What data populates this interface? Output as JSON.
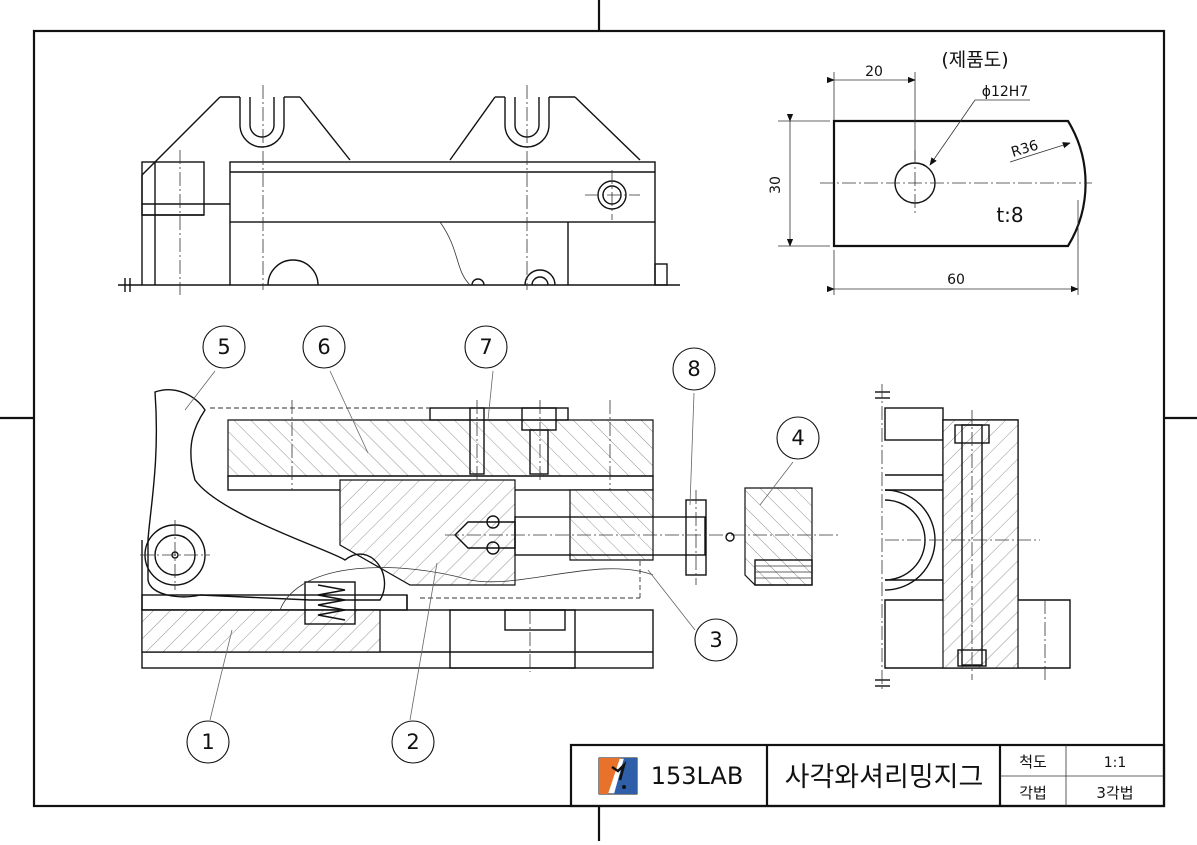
{
  "product_view": {
    "title": "(제품도)",
    "dim_20": "20",
    "dim_30": "30",
    "dim_60": "60",
    "hole_note": "ϕ12H7",
    "radius_note": "R36",
    "thickness_note": "t:8"
  },
  "balloons": [
    "1",
    "2",
    "3",
    "4",
    "5",
    "6",
    "7",
    "8"
  ],
  "title_block": {
    "company": "153LAB",
    "drawing_title": "사각와셔리밍지그",
    "scale_label": "척도",
    "scale_value": "1:1",
    "projection_label": "각법",
    "projection_value": "3각법"
  },
  "colors": {
    "logo_orange": "#e8722a",
    "logo_blue": "#2f5fa8",
    "line": "#111111"
  }
}
